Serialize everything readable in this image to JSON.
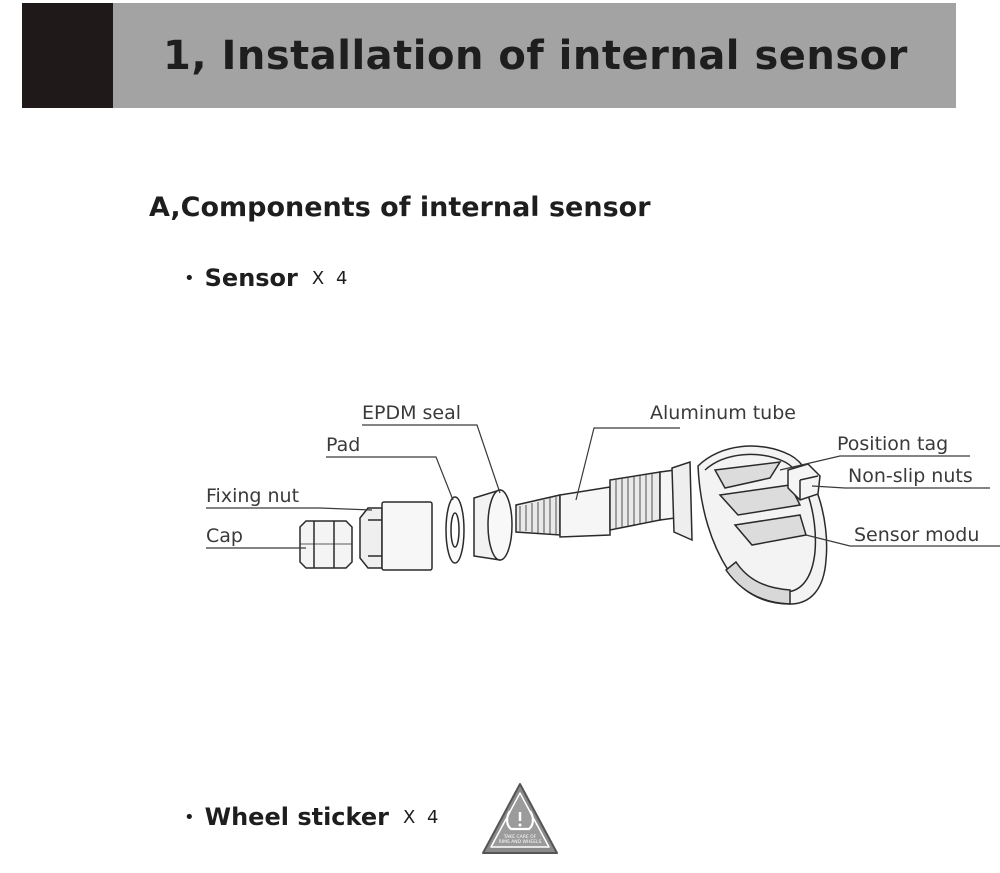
{
  "header": {
    "title": "1, Installation of internal sensor"
  },
  "section": {
    "heading": "A,Components of internal sensor"
  },
  "components": [
    {
      "name": "Sensor",
      "quantity": "X 4"
    },
    {
      "name": "Wheel sticker",
      "quantity": "X 4"
    }
  ],
  "diagram_labels": {
    "epdm_seal": "EPDM seal",
    "pad": "Pad",
    "fixing_nut": "Fixing nut",
    "cap": "Cap",
    "aluminum_tube": "Aluminum tube",
    "position_tag": "Position tag",
    "non_slip_nuts": "Non-slip nuts",
    "sensor_module": "Sensor modu"
  },
  "sticker": {
    "icon": "tire-pressure-warning-icon",
    "text_line1": "TAKE CARE OF",
    "text_line2": "RIMS AND WHEELS"
  },
  "colors": {
    "header_band": "#a3a3a3",
    "header_accent": "#1f1a19",
    "text": "#1e1e1e"
  }
}
